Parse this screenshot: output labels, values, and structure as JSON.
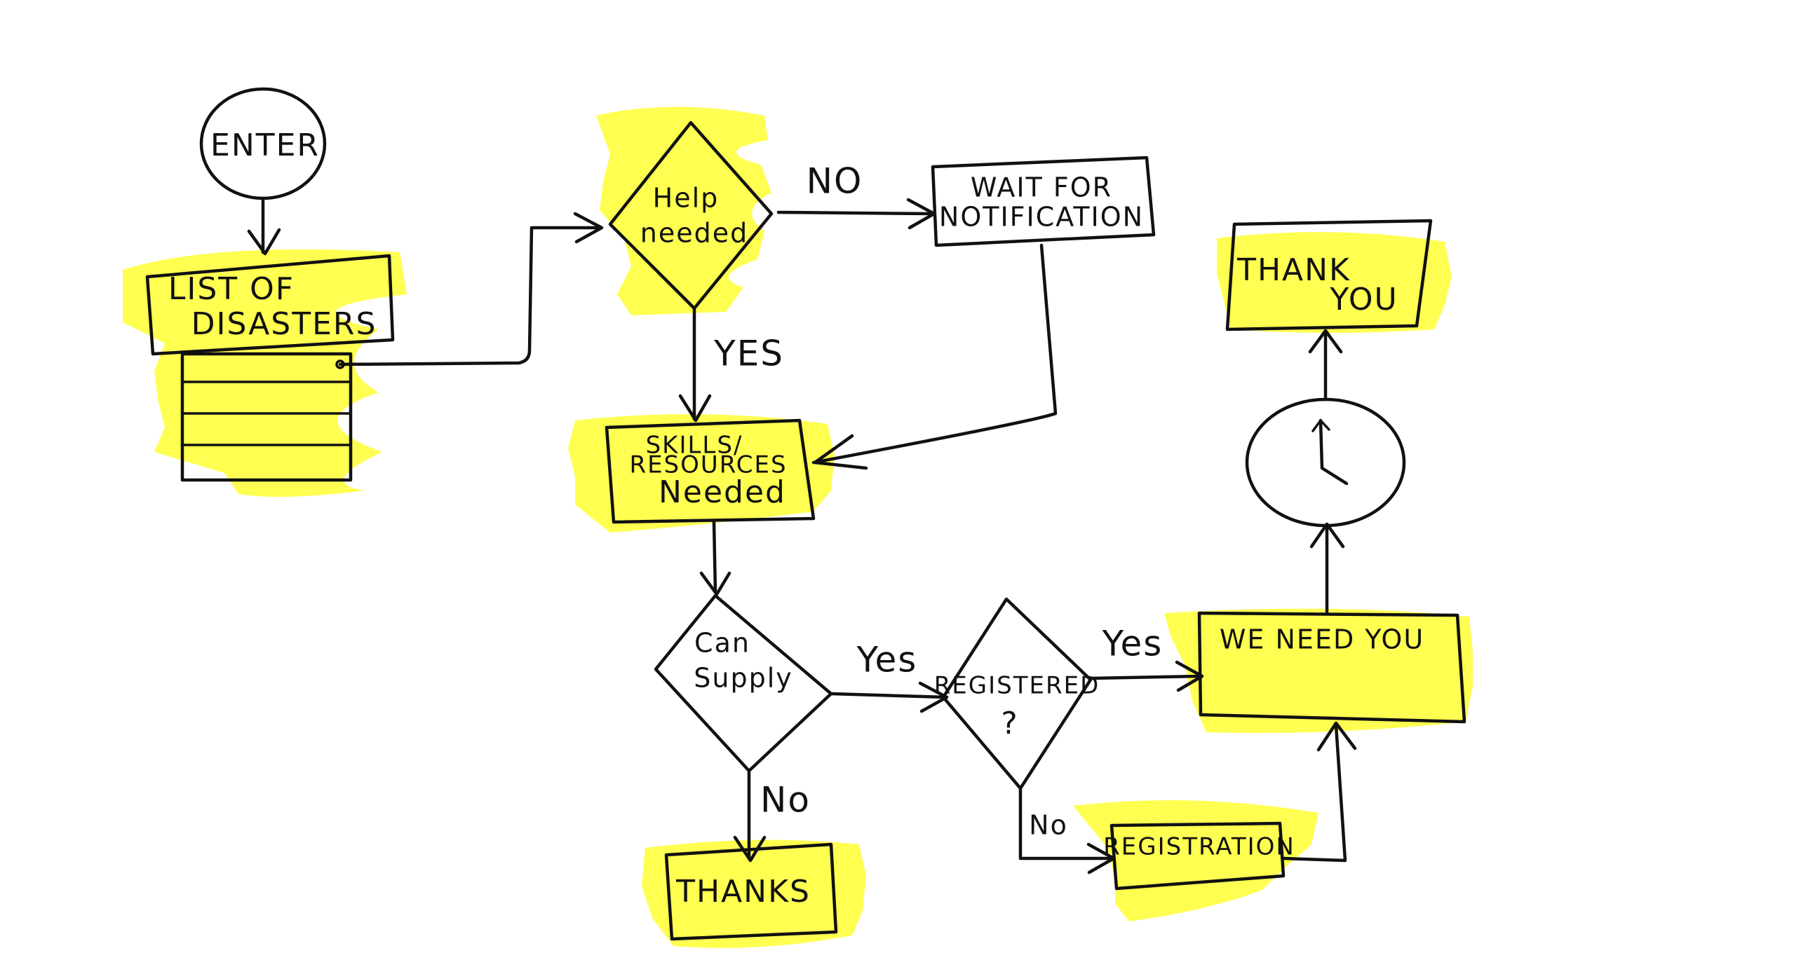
{
  "diagram": {
    "nodes": {
      "enter": "ENTER",
      "list_of_disasters_line1": "LIST OF",
      "list_of_disasters_line2": "DISASTERS",
      "help_needed_line1": "Help",
      "help_needed_line2": "needed",
      "wait_line1": "WAIT FOR",
      "wait_line2": "NOTIFICATION",
      "skills_line1": "SKILLS/",
      "skills_line2": "RESOURCES",
      "skills_line3": "Needed",
      "can_supply_line1": "Can",
      "can_supply_line2": "Supply",
      "registered_line1": "REGISTERED",
      "registered_line2": "?",
      "thanks": "THANKS",
      "registration": "REGISTRATION",
      "we_need_you": "WE NEED YOU",
      "thank_you_line1": "THANK",
      "thank_you_line2": "YOU"
    },
    "edge_labels": {
      "help_no": "NO",
      "help_yes": "YES",
      "supply_yes": "Yes",
      "supply_no": "No",
      "registered_yes": "Yes",
      "registered_no": "No"
    },
    "colors": {
      "highlighter": "#ffff20",
      "ink": "#111111"
    },
    "icons": [
      "clock-icon"
    ]
  }
}
